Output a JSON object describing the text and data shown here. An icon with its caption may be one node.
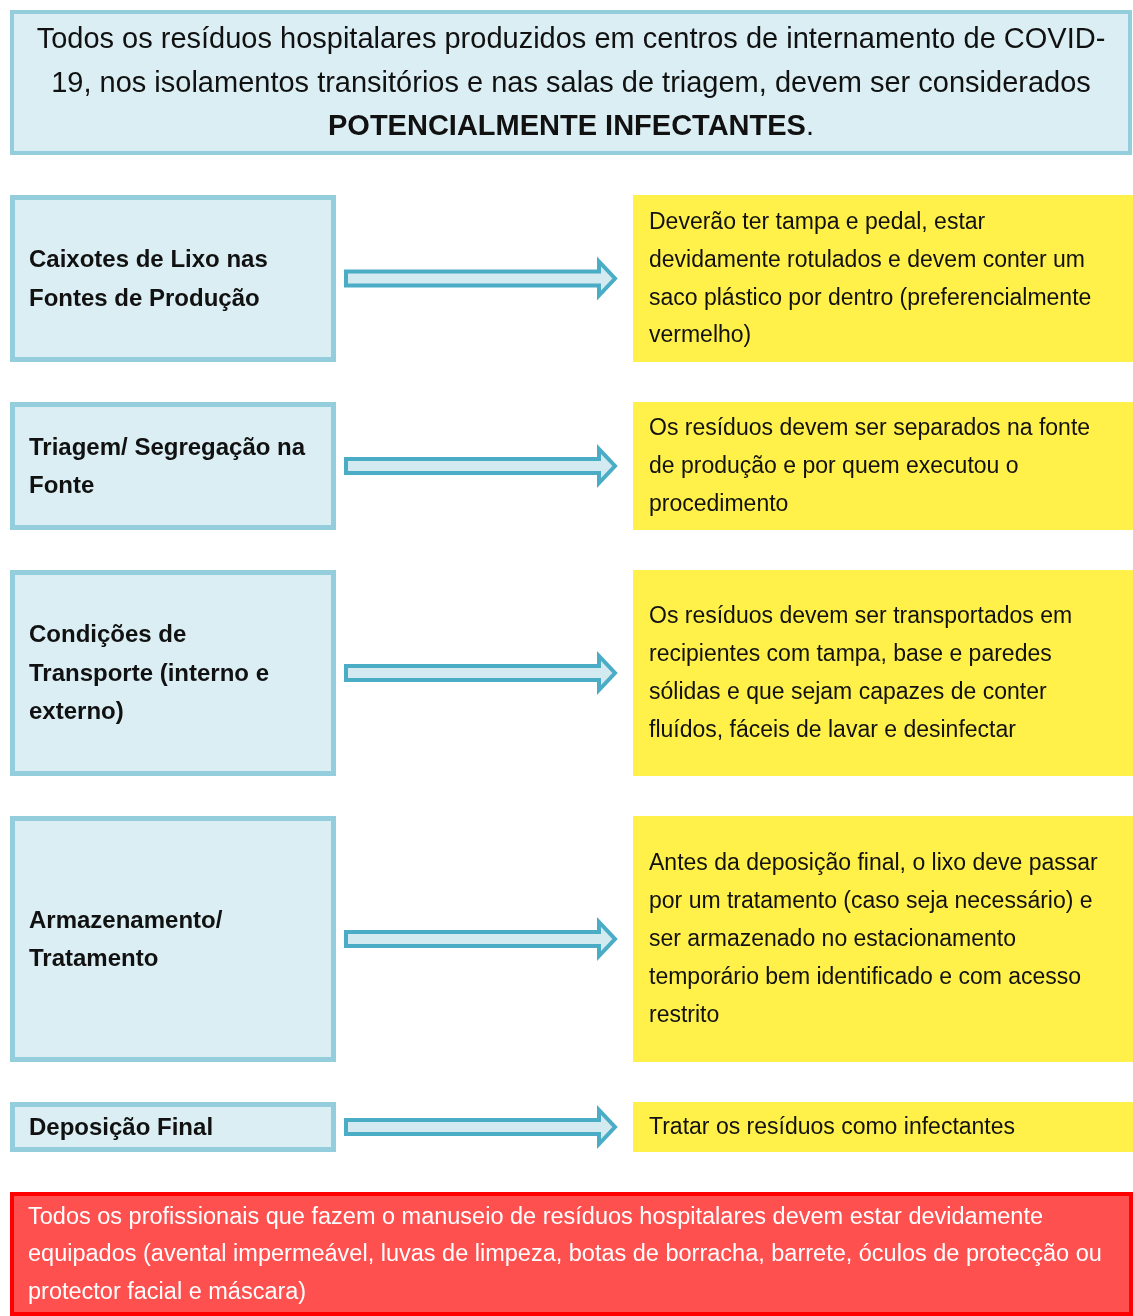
{
  "diagram": {
    "nodes": [
      {
        "text": [
          "Todos os resíduos hospitalares produzidos em centros de internamento de COVID-19, nos isolamentos transitórios e nas salas de triagem, devem ser considerados **POTENCIALMENTE INFECTANTES**."
        ]
      },
      {
        "text": [
          "Caixotes de Lixo nas Fontes de Produção"
        ]
      },
      {
        "text": [
          "Deverão ter tampa e pedal, estar devidamente rotulados e devem conter um saco plástico por dentro (preferencialmente vermelho)"
        ]
      },
      {
        "text": [
          "Triagem/ Segregação na Fonte"
        ]
      },
      {
        "text": [
          "Os resíduos devem ser separados na fonte de produção e por quem executou o procedimento"
        ]
      },
      {
        "text": [
          "Condições de Transporte (interno e externo)"
        ]
      },
      {
        "text": [
          "Os resíduos devem ser transportados em recipientes com tampa, base e paredes sólidas e que sejam capazes de conter fluídos, fáceis de lavar e desinfectar"
        ]
      },
      {
        "text": [
          "Armazenamento/ Tratamento"
        ]
      },
      {
        "text": [
          "Antes da deposição final, o lixo deve passar por um tratamento (caso seja necessário) e ser armazenado no estacionamento temporário bem identificado e com acesso restrito"
        ]
      },
      {
        "text": [
          "Deposição Final"
        ]
      },
      {
        "text": [
          "Tratar os resíduos como infectantes"
        ]
      },
      {
        "text": [
          "Todos os profissionais que fazem o manuseio de resíduos hospitalares devem estar devidamente equipados (avental impermeável, luvas de limpeza, botas de borracha, barrete, óculos de protecção ou protector facial e máscara)"
        ]
      }
    ],
    "edges": [
      {
        "from": 1,
        "to": 2,
        "arrow": "to"
      },
      {
        "from": 3,
        "to": 4,
        "arrow": "to"
      },
      {
        "from": 5,
        "to": 6,
        "arrow": "to"
      },
      {
        "from": 7,
        "to": 8,
        "arrow": "to"
      },
      {
        "from": 9,
        "to": 10,
        "arrow": "to"
      }
    ]
  }
}
